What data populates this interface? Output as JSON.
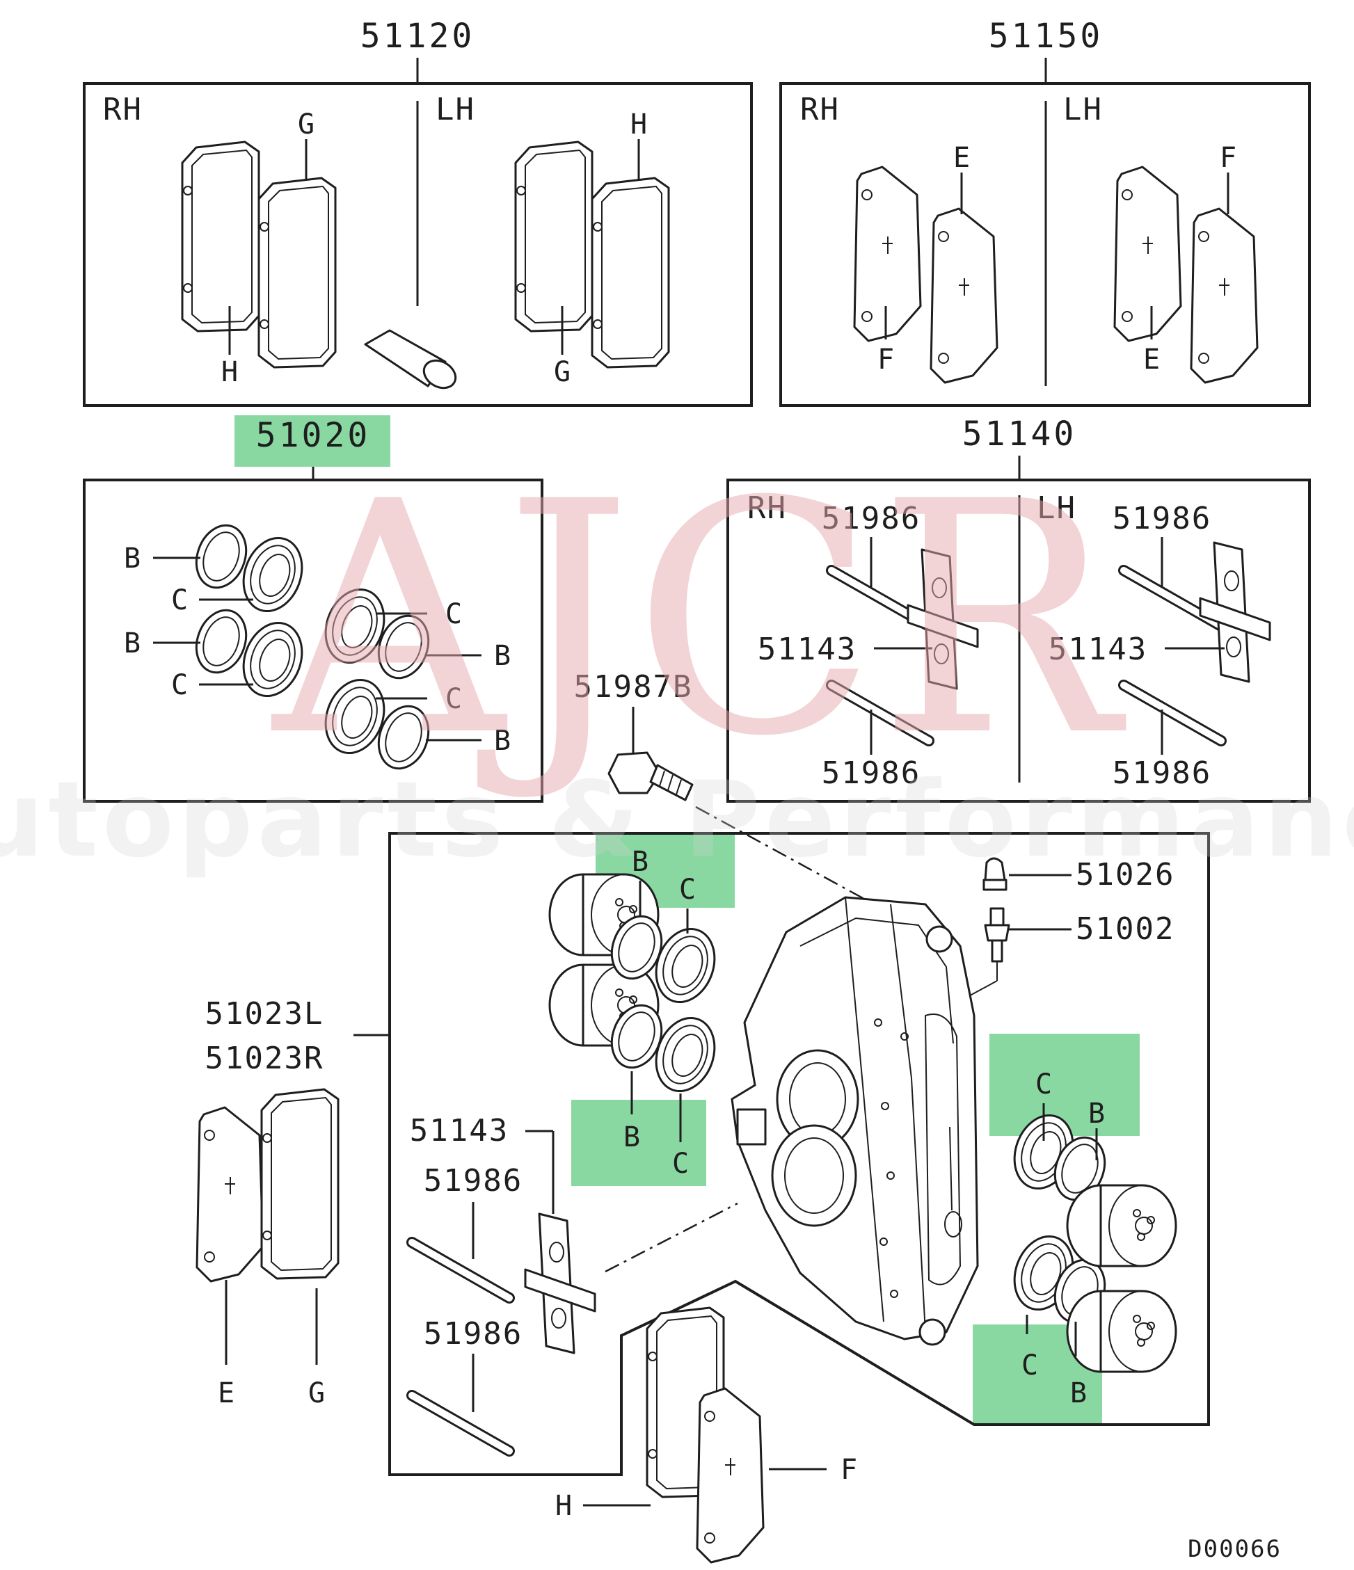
{
  "watermark": {
    "brand": "AJCR",
    "tagline": "Autoparts & Performance"
  },
  "highlight_color": "#6fcf8e",
  "groups": {
    "pads_top": {
      "number": "51120",
      "left_side": "RH",
      "right_side": "LH"
    },
    "shims_top": {
      "number": "51150",
      "left_side": "RH",
      "right_side": "LH"
    },
    "seal_kit": {
      "number": "51020"
    },
    "pin_kit": {
      "number": "51140",
      "left_side": "RH",
      "right_side": "LH"
    }
  },
  "callouts": {
    "pin_a": "51986",
    "pin_clip": "51143",
    "bolt": "51987B",
    "cap": "51026",
    "bleeder": "51002",
    "pad_l": "51023L",
    "pad_r": "51023R"
  },
  "letters": {
    "b": "B",
    "c": "C",
    "e": "E",
    "f": "F",
    "g": "G",
    "h": "H"
  },
  "diagram_code": "D00066"
}
